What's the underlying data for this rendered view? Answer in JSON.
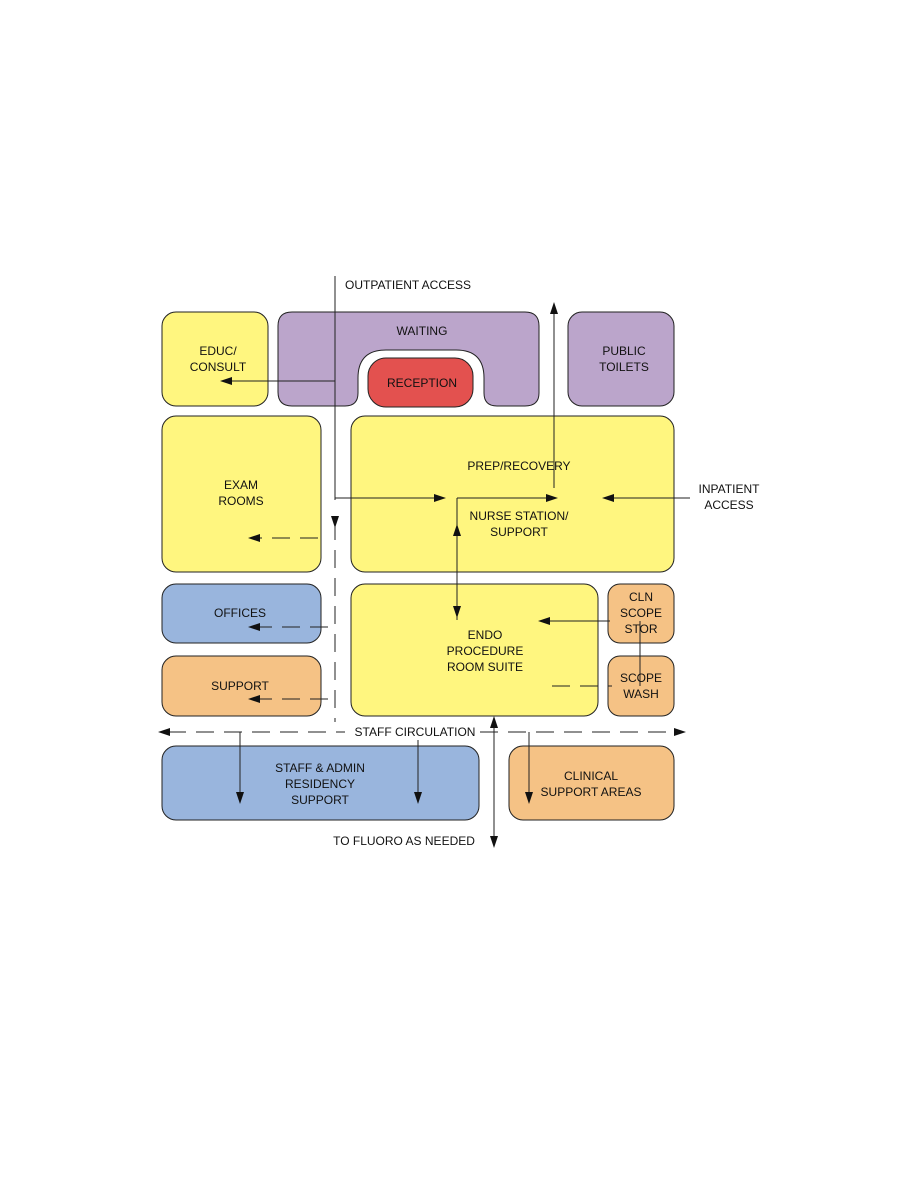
{
  "colors": {
    "yellow": "#fff67f",
    "purple": "#bba5cb",
    "red": "#e3514f",
    "blue": "#99b5dd",
    "orange": "#f5c285",
    "line": "#222222"
  },
  "labels": {
    "outpatient_access": "OUTPATIENT ACCESS",
    "inpatient_access": [
      "INPATIENT",
      "ACCESS"
    ],
    "staff_circulation": "STAFF CIRCULATION",
    "to_fluoro": "TO FLUORO AS NEEDED"
  },
  "rooms": {
    "educ_consult": [
      "EDUC/",
      "CONSULT"
    ],
    "waiting": [
      "WAITING"
    ],
    "reception": [
      "RECEPTION"
    ],
    "public_toilets": [
      "PUBLIC",
      "TOILETS"
    ],
    "exam_rooms": [
      "EXAM",
      "ROOMS"
    ],
    "prep_recovery": [
      "PREP/RECOVERY"
    ],
    "nurse_station": [
      "NURSE STATION/",
      "SUPPORT"
    ],
    "offices": [
      "OFFICES"
    ],
    "support": [
      "SUPPORT"
    ],
    "endo_suite": [
      "ENDO",
      "PROCEDURE",
      "ROOM SUITE"
    ],
    "cln_scope_stor": [
      "CLN",
      "SCOPE",
      "STOR"
    ],
    "scope_wash": [
      "SCOPE",
      "WASH"
    ],
    "staff_admin": [
      "STAFF & ADMIN",
      "RESIDENCY",
      "SUPPORT"
    ],
    "clinical_support": [
      "CLINICAL",
      "SUPPORT AREAS"
    ]
  }
}
